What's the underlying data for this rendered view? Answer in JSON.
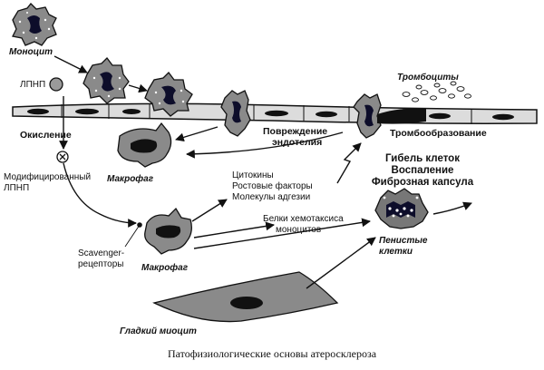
{
  "labels": {
    "monocyte": "Моноцит",
    "ldl": "ЛПНП",
    "oxidation": "Окисление",
    "modified_ldl_line1": "Модифицированный",
    "modified_ldl_line2": "ЛПНП",
    "macrophage_top": "Макрофаг",
    "macrophage_bottom": "Макрофаг",
    "scavenger_line1": "Scavenger-",
    "scavenger_line2": "рецепторы",
    "factors_line1": "Цитокины",
    "factors_line2": "Ростовые факторы",
    "factors_line3": "Молекулы адгезии",
    "chemotaxis_line1": "Белки хемотаксиса",
    "chemotaxis_line2": "моноцитов",
    "damage_line1": "Повреждение",
    "damage_line2": "эндотелия",
    "platelets": "Тромбоциты",
    "thrombosis": "Тромбообразование",
    "outcome_line1": "Гибель клеток",
    "outcome_line2": "Воспаление",
    "outcome_line3": "Фиброзная капсула",
    "foam_line1": "Пенистые",
    "foam_line2": "клетки",
    "smooth_myocyte": "Гладкий миоцит",
    "caption": "Патофизиологические основы атеросклероза"
  },
  "colors": {
    "line": "#111111",
    "cell_gray": "#8a8a8a",
    "cell_dark": "#555555",
    "nucleus": "#0d0d2a",
    "endothelium": "#d9d9d9",
    "ldl_fill": "#9a9a9a"
  }
}
